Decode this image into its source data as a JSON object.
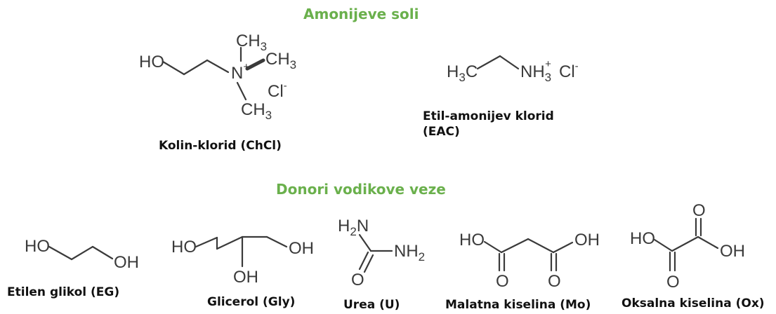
{
  "headings": {
    "ammonium_salts": "Amonijeve soli",
    "hbd": "Donori vodikove veze"
  },
  "compounds": {
    "chcl": {
      "name": "Kolin-klorid (ChCl)",
      "ho": "HO",
      "n": "N",
      "n_charge": "+",
      "c": "CH",
      "c_sub": "3",
      "anion": "Cl",
      "anion_charge": "-"
    },
    "eac": {
      "name_line1": "Etil-amonijev klorid",
      "name_line2": "(EAC)",
      "h": "H",
      "h_sub": "3",
      "c": "C",
      "nh": "NH",
      "nh_sub": "3",
      "nh_charge": "+",
      "anion": "Cl",
      "anion_charge": "-"
    },
    "eg": {
      "name": "Etilen glikol (EG)",
      "ho": "HO",
      "oh": "OH"
    },
    "gly": {
      "name": "Glicerol (Gly)",
      "ho": "HO",
      "oh": "OH"
    },
    "urea": {
      "name": "Urea (U)",
      "h": "H",
      "h_sub": "2",
      "n": "N",
      "nh": "NH",
      "nh_sub": "2",
      "o": "O"
    },
    "mo": {
      "name": "Malatna kiselina (Mo)",
      "ho": "HO",
      "oh": "OH",
      "o": "O"
    },
    "ox": {
      "name": "Oksalna kiselina (Ox)",
      "ho": "HO",
      "oh": "OH",
      "o": "O"
    }
  },
  "colors": {
    "heading": "#6ab04c",
    "bond": "#3a3a3a",
    "caption": "#111111"
  }
}
